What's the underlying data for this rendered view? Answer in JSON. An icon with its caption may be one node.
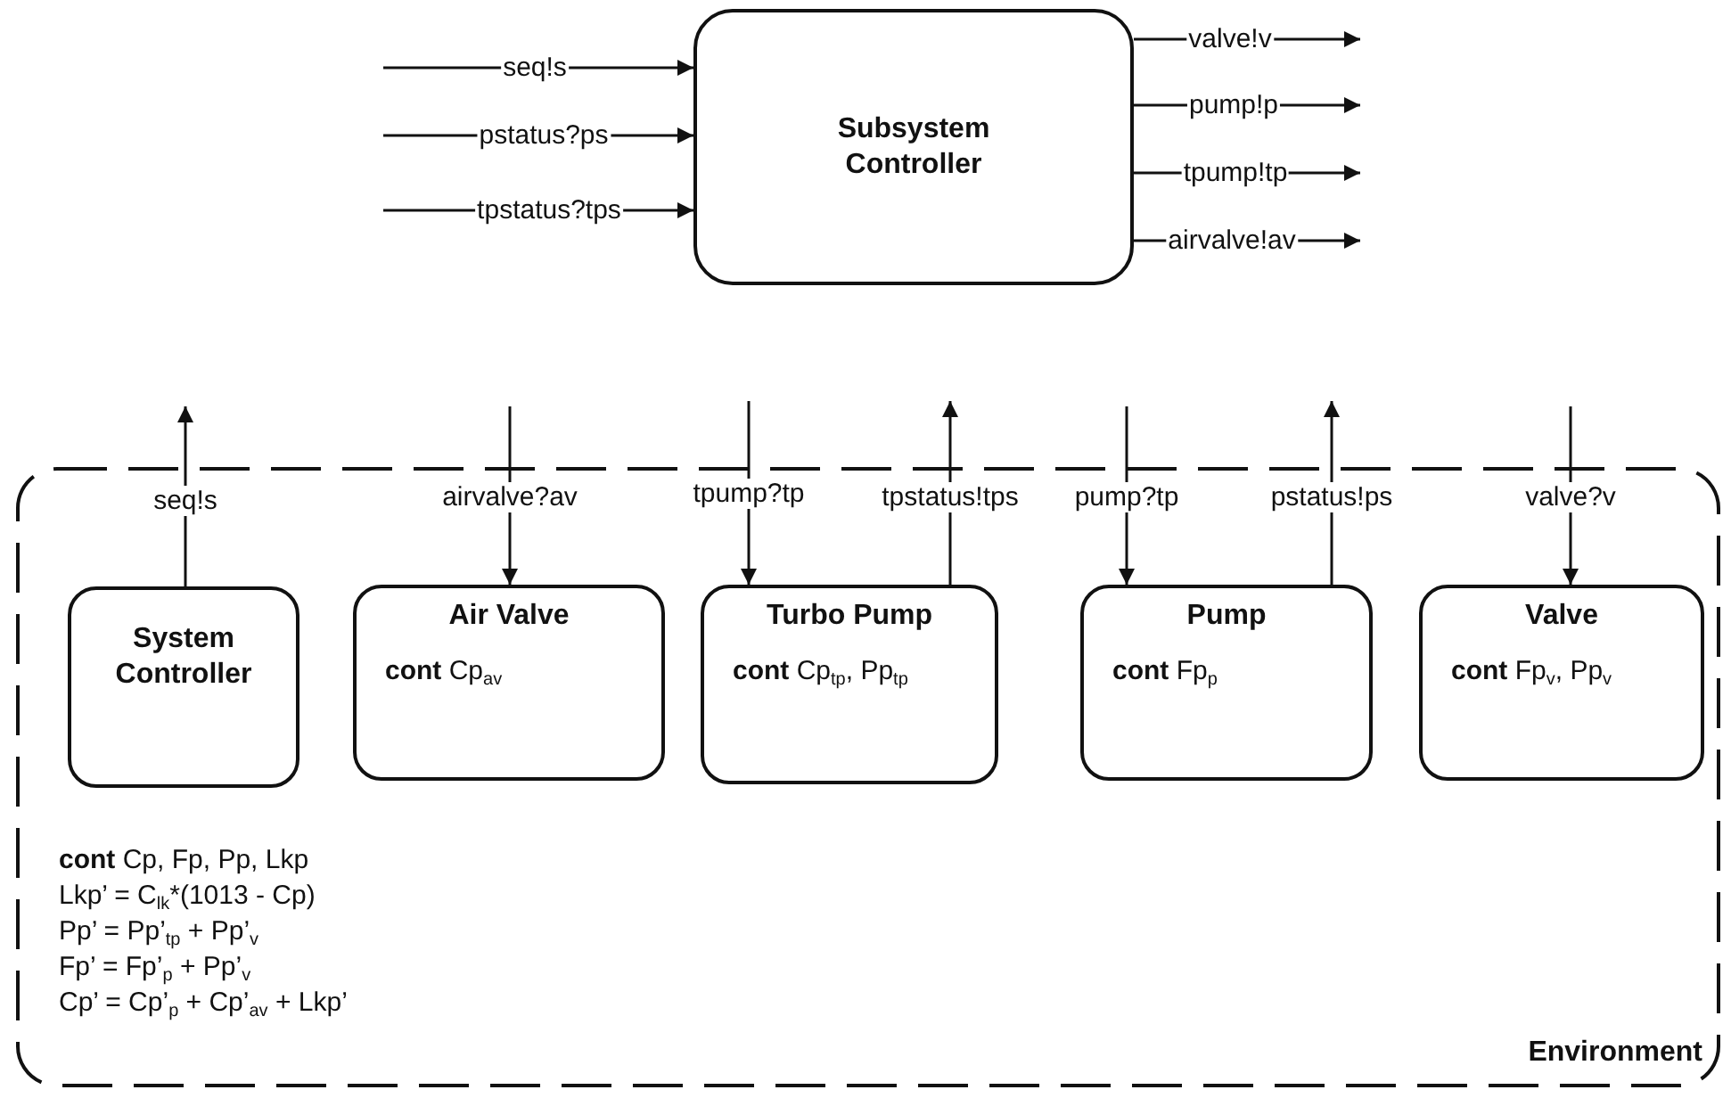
{
  "diagram": {
    "nodes": [
      {
        "text": [
          "Subsystem Controller"
        ]
      },
      {
        "text": [
          "**cont** Cp, Fp, Pp, Lkp",
          "Lkp’ = C$_{lk}$*(1013 - Cp)",
          "Pp’ = Pp’$_{tp}$ + Pp’$_{v}$",
          "Fp’ = Fp’$_{p}$ + Pp’$_{v}$",
          "Cp’ = Cp’$_{p}$ + Cp’$_{av}$ + Lkp’",
          "Environment"
        ]
      },
      {
        "text": [
          "System Controller"
        ],
        "in": 1
      },
      {
        "text": [
          "Air Valve",
          "**cont** Cp$_{av}$"
        ],
        "in": 1
      },
      {
        "text": [
          "Turbo Pump",
          "**cont** Cp$_{tp}$, Pp$_{tp}$"
        ],
        "in": 1
      },
      {
        "text": [
          "Pump",
          "**cont** Fp$_{p}$"
        ],
        "in": 1
      },
      {
        "text": [
          "Valve",
          "**cont** Fp$_{v}$, Pp$_{v}$"
        ],
        "in": 1
      }
    ],
    "edges": [
      {
        "from": null,
        "to": 0,
        "arrow": "to",
        "label": "seq!s"
      },
      {
        "from": null,
        "to": 0,
        "arrow": "to",
        "label": "pstatus?ps"
      },
      {
        "from": null,
        "to": 0,
        "arrow": "to",
        "label": "tpstatus?tps"
      },
      {
        "from": 0,
        "to": null,
        "arrow": "to",
        "label": "valve!v"
      },
      {
        "from": 0,
        "to": null,
        "arrow": "to",
        "label": "pump!p"
      },
      {
        "from": 0,
        "to": null,
        "arrow": "to",
        "label": "tpump!tp"
      },
      {
        "from": 0,
        "to": null,
        "arrow": "to",
        "label": "airvalve!av"
      },
      {
        "from": 2,
        "to": null,
        "arrow": "to",
        "label": "seq!s"
      },
      {
        "from": null,
        "to": 3,
        "arrow": "to",
        "label": "airvalve?av"
      },
      {
        "from": null,
        "to": 4,
        "arrow": "to",
        "label": "tpump?tp"
      },
      {
        "from": 4,
        "to": null,
        "arrow": "to",
        "label": "tpstatus!tps"
      },
      {
        "from": null,
        "to": 5,
        "arrow": "to",
        "label": "pump?tp"
      },
      {
        "from": 5,
        "to": null,
        "arrow": "to",
        "label": "pstatus!ps"
      },
      {
        "from": null,
        "to": 6,
        "arrow": "to",
        "label": "valve?v"
      }
    ]
  }
}
